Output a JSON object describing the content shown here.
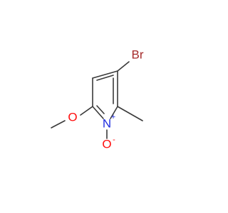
{
  "molecule": {
    "atoms": {
      "bromine": "Br",
      "ring_nitrogen": "N",
      "oxide_oxygen": "O",
      "methoxy_oxygen": "O"
    },
    "charges": {
      "nitrogen": "+",
      "oxygen": "-"
    }
  },
  "colors": {
    "bond": "#3a3a3a",
    "bromine": "#a52a2a",
    "nitrogen": "#1f2de0",
    "oxygen": "#ff0d0d"
  }
}
